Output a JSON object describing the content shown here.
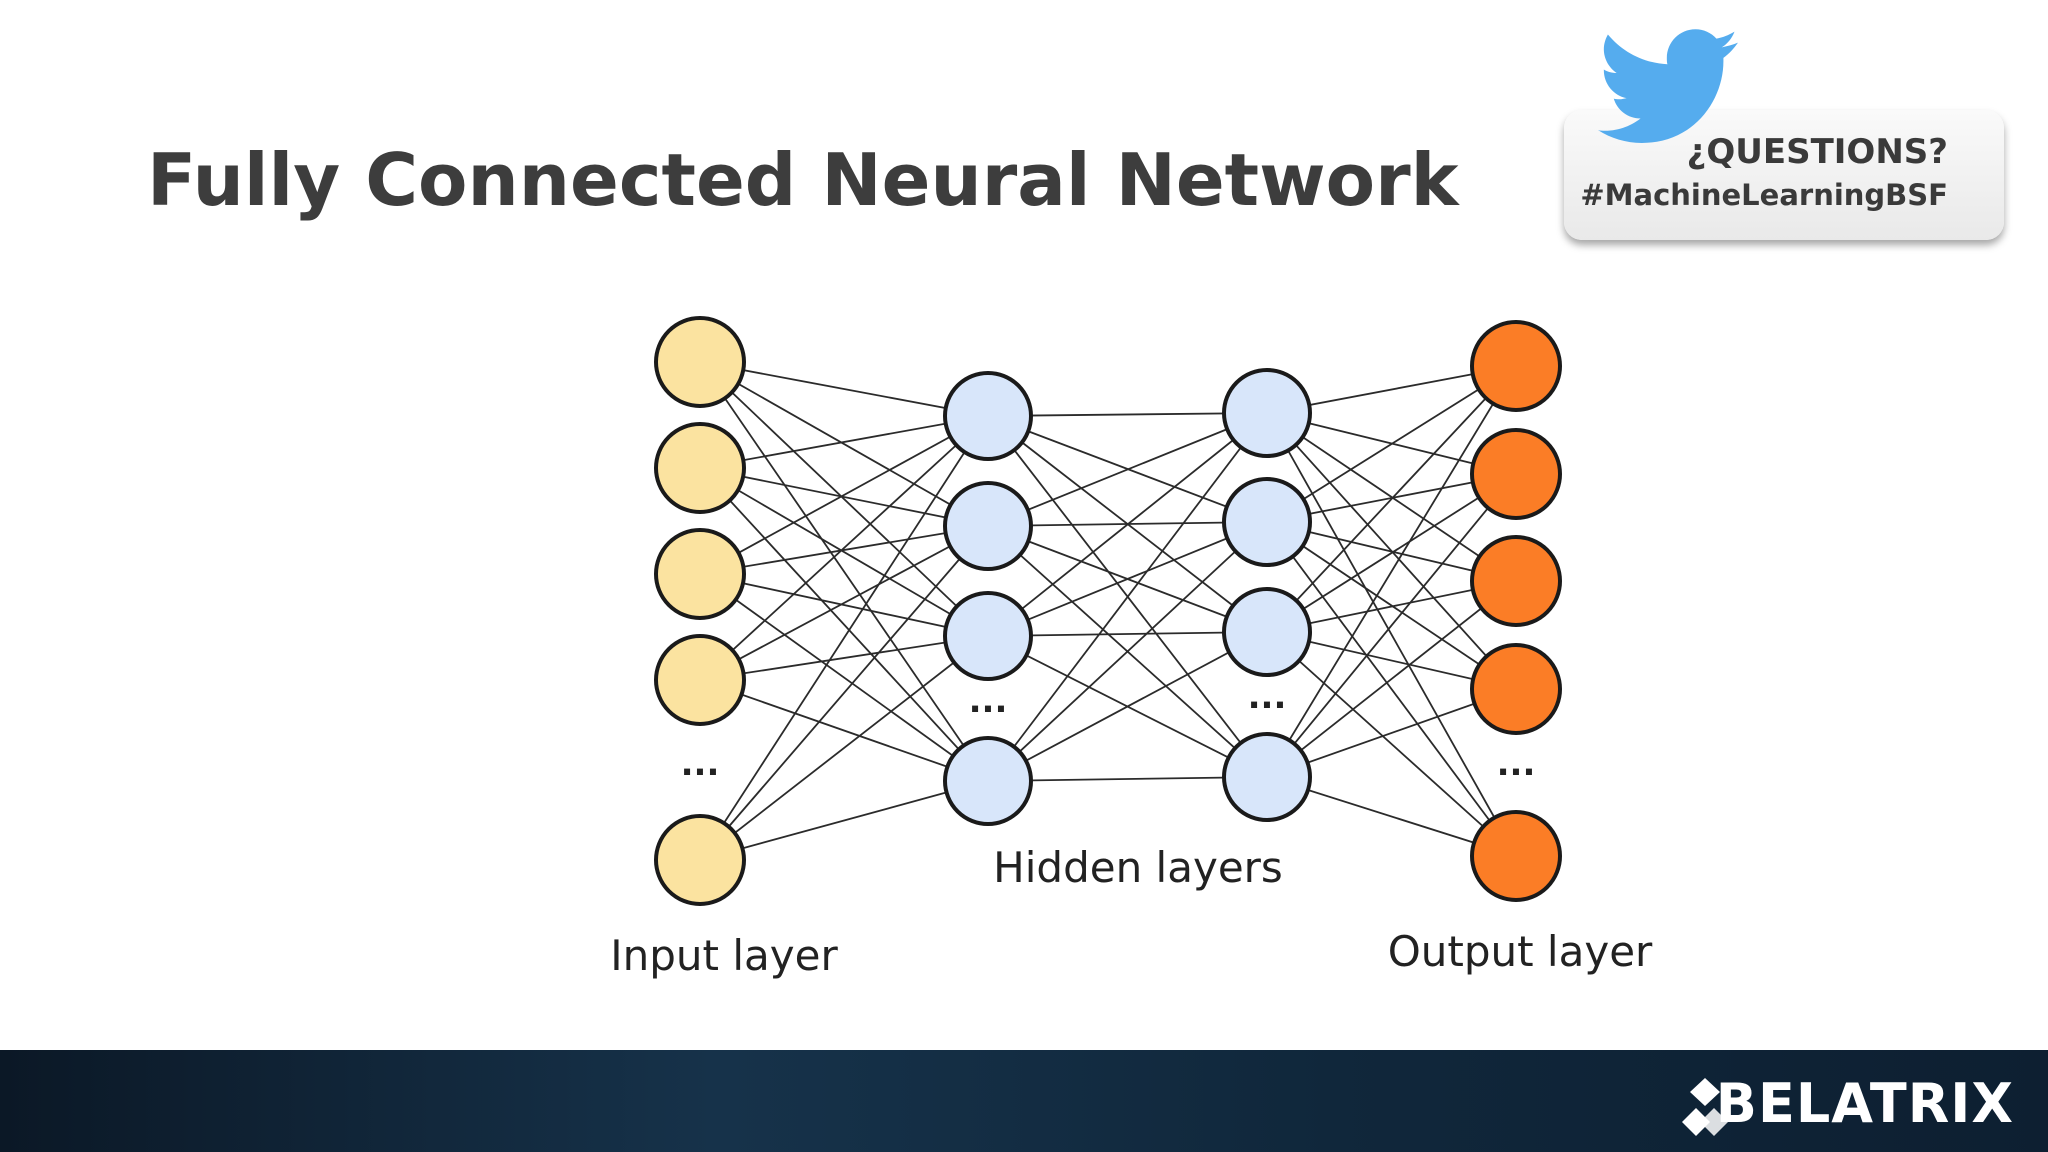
{
  "slide": {
    "title": "Fully Connected Neural Network"
  },
  "twitter": {
    "question": "¿QUESTIONS?",
    "hashtag": "#MachineLearningBSF",
    "icon": "twitter-bird-icon",
    "color": "#55acee"
  },
  "diagram": {
    "input_label": "Input layer",
    "hidden_label": "Hidden layers",
    "output_label": "Output layer",
    "ellipsis": "...",
    "layers": [
      {
        "name": "input",
        "nodes": 5,
        "fill": "#fbe3a0"
      },
      {
        "name": "hidden-1",
        "nodes": 4,
        "fill": "#d8e6fa"
      },
      {
        "name": "hidden-2",
        "nodes": 4,
        "fill": "#d8e6fa"
      },
      {
        "name": "output",
        "nodes": 5,
        "fill": "#fb7d26"
      }
    ]
  },
  "footer": {
    "brand": "BELATRIX"
  }
}
